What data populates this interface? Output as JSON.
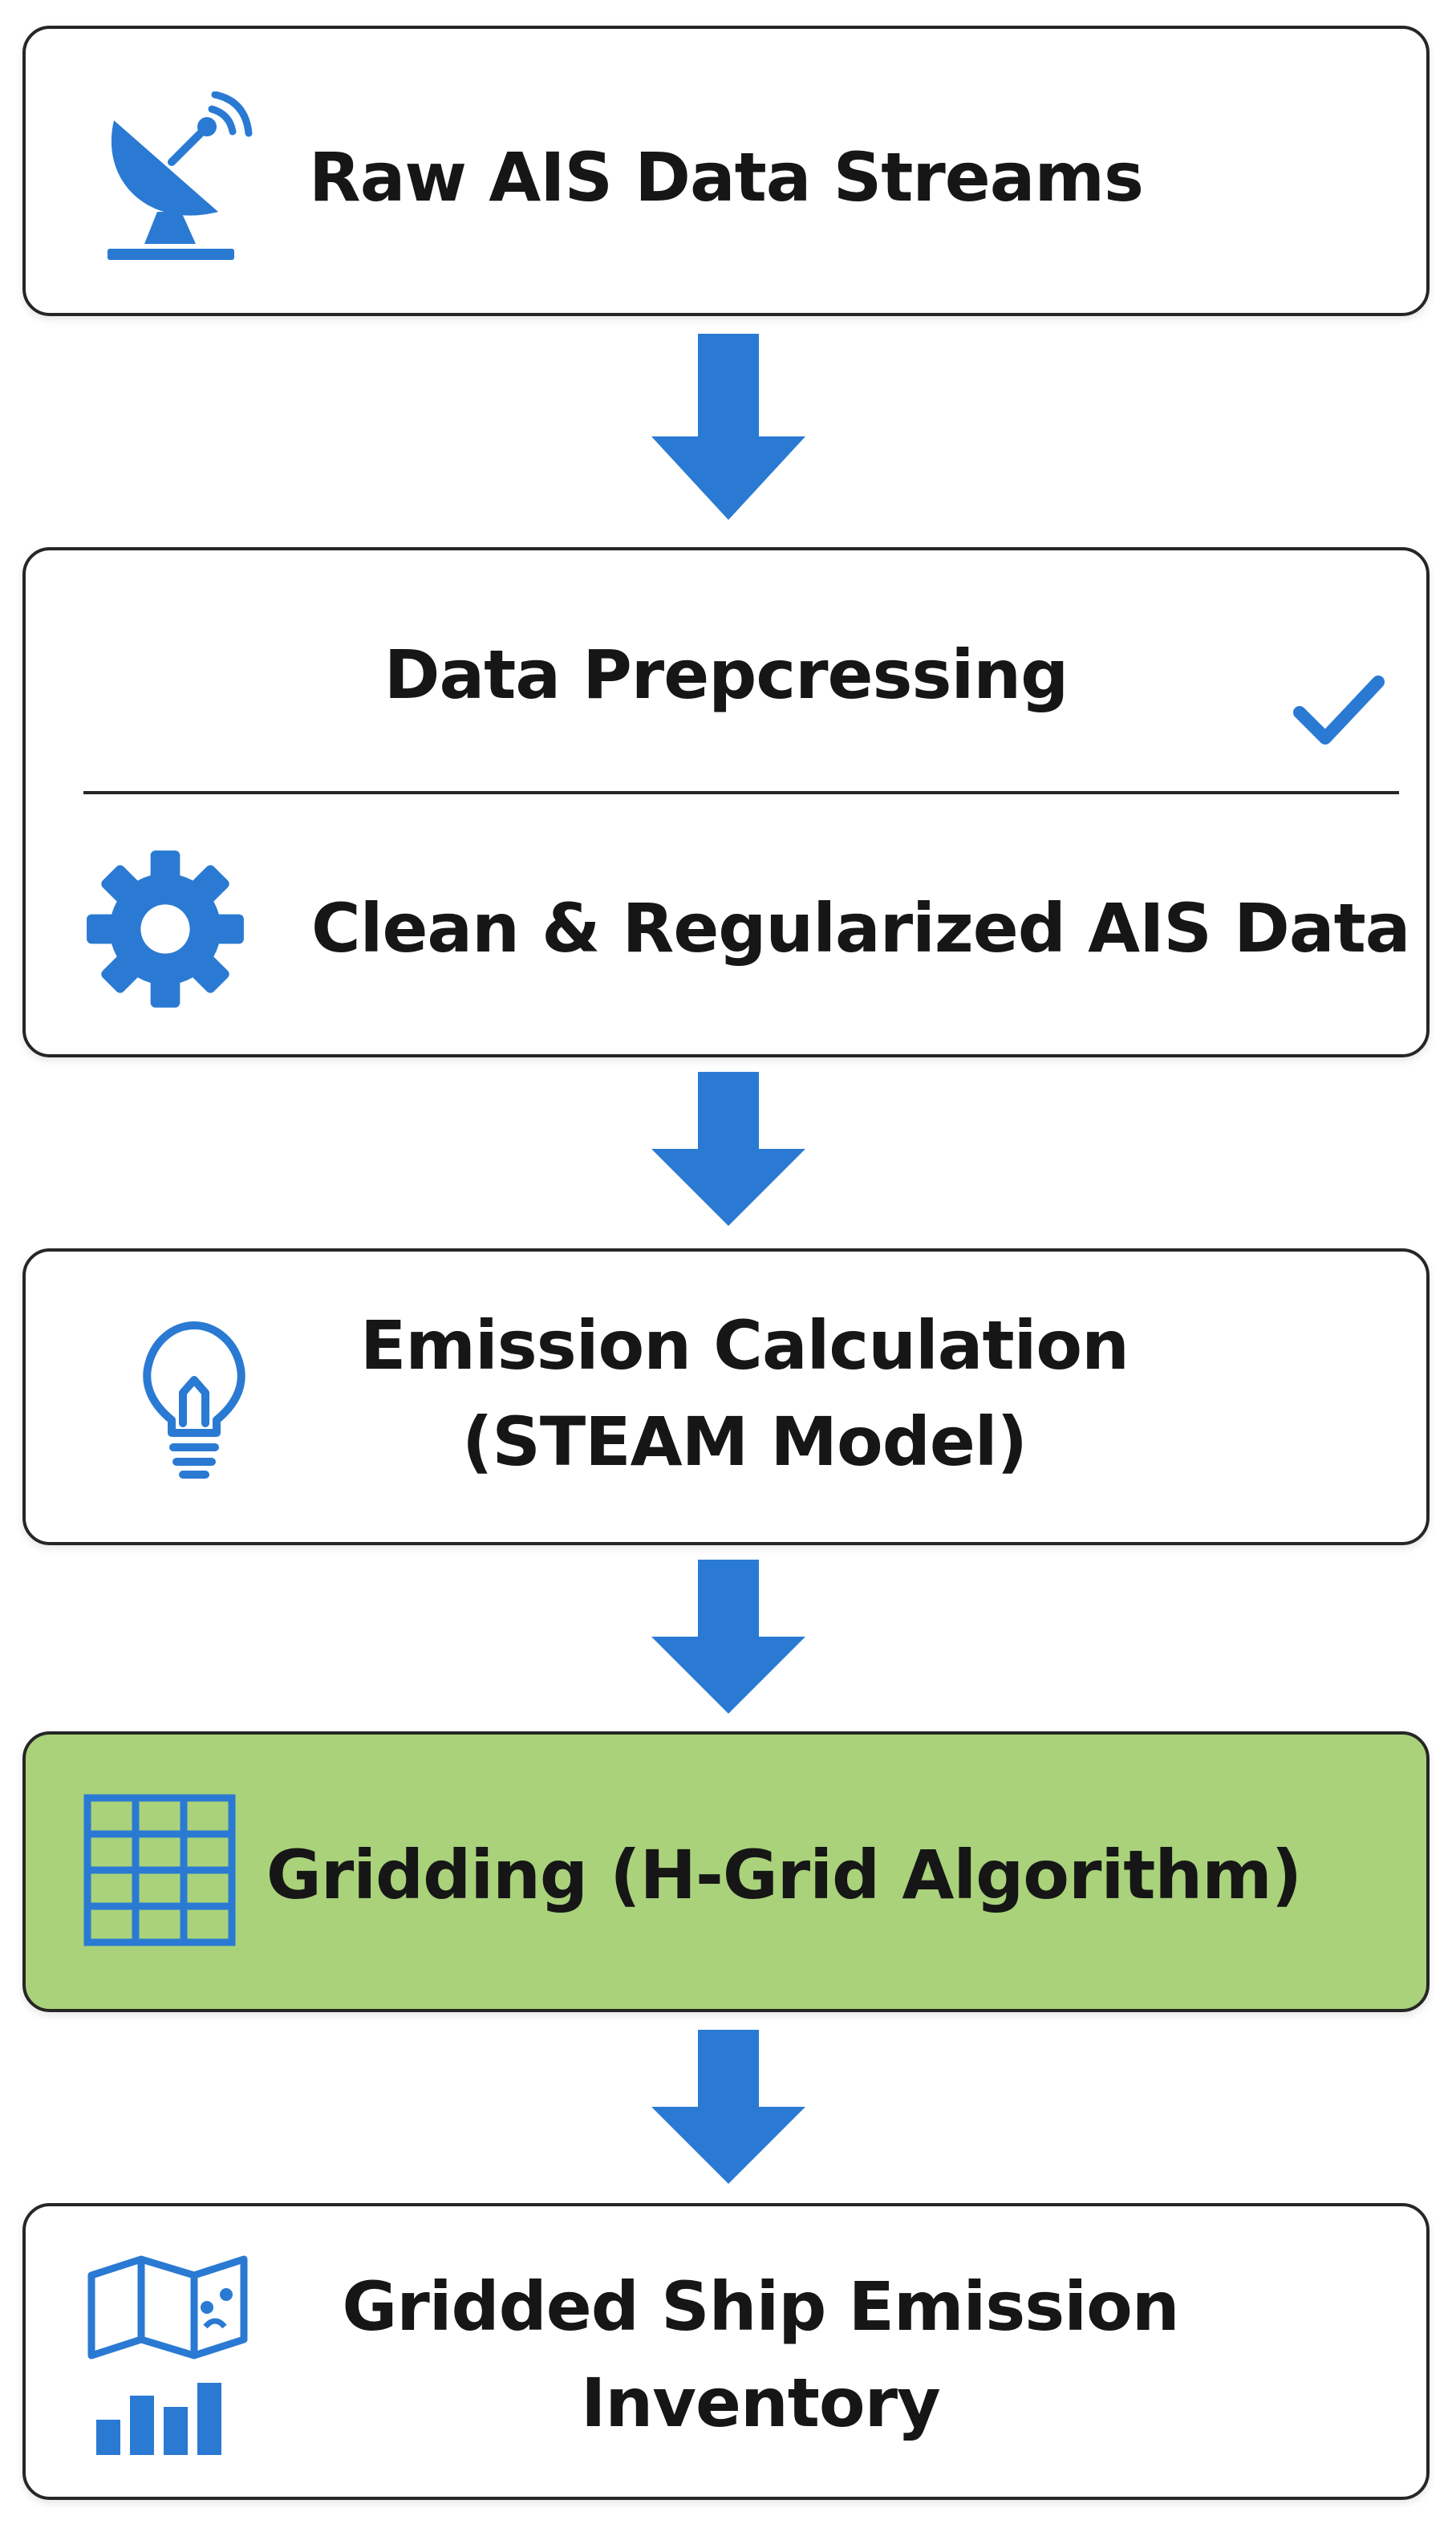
{
  "colors": {
    "accent": "#2a7ad3",
    "highlight_fill": "#a9d27a",
    "border": "#262626"
  },
  "steps": [
    {
      "label": "Raw AIS Data Streams",
      "icon": "satellite-dish-icon"
    },
    {
      "label": "Data Prepcressing",
      "icon": "checkmark-icon",
      "sub_label": "Clean & Regularized AIS Data",
      "sub_icon": "gear-icon"
    },
    {
      "label_line1": "Emission Calculation",
      "label_line2": "(STEAM Model)",
      "icon": "lightbulb-icon"
    },
    {
      "label": "Gridding (H-Grid Algorithm)",
      "icon": "grid-icon",
      "highlighted": true
    },
    {
      "label_line1": "Gridded Ship Emission",
      "label_line2": "Inventory",
      "icon": "map-chart-icon"
    }
  ]
}
